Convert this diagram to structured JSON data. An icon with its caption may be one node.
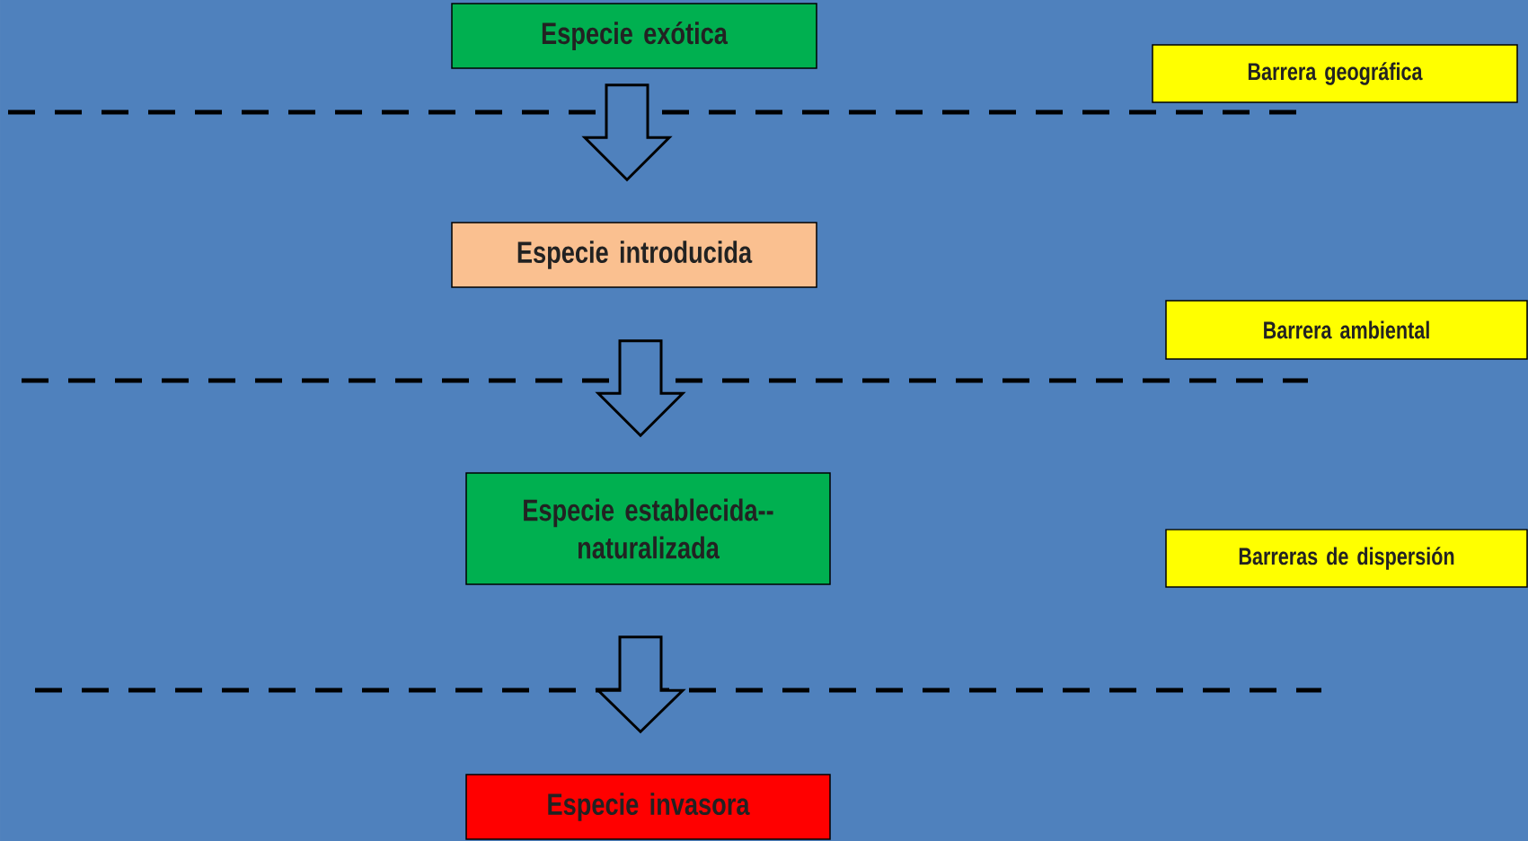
{
  "diagram": {
    "nodes": [
      {
        "text": [
          "Especie exótica"
        ]
      },
      {
        "text": [
          "Especie introducida"
        ]
      },
      {
        "text": [
          "Especie establecida-- naturalizada"
        ]
      },
      {
        "text": [
          "Especie invasora"
        ]
      },
      {
        "text": [
          "Barrera geográfica"
        ]
      },
      {
        "text": [
          "Barrera ambiental"
        ]
      },
      {
        "text": [
          "Barreras de dispersión"
        ]
      }
    ],
    "edges": [
      {
        "from": 0,
        "to": 1,
        "arrow": "to"
      },
      {
        "from": 1,
        "to": 2,
        "arrow": "to"
      },
      {
        "from": 2,
        "to": 3,
        "arrow": "to"
      }
    ]
  }
}
